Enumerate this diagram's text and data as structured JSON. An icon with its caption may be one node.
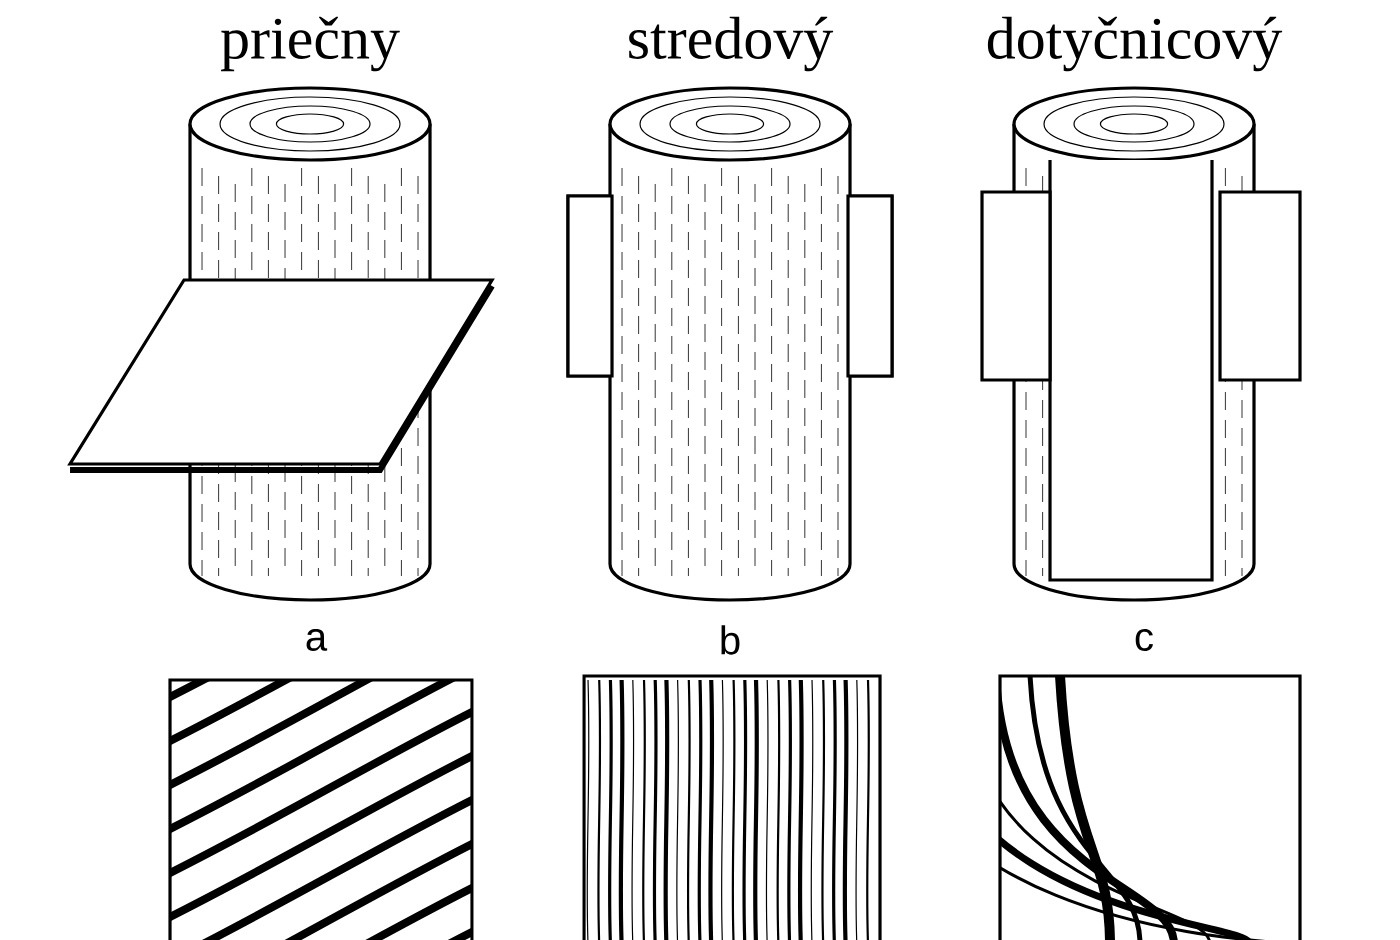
{
  "diagram": {
    "labels": [
      "priečny",
      "stredový",
      "dotyčnicový",
      "a",
      "b",
      "c"
    ]
  }
}
